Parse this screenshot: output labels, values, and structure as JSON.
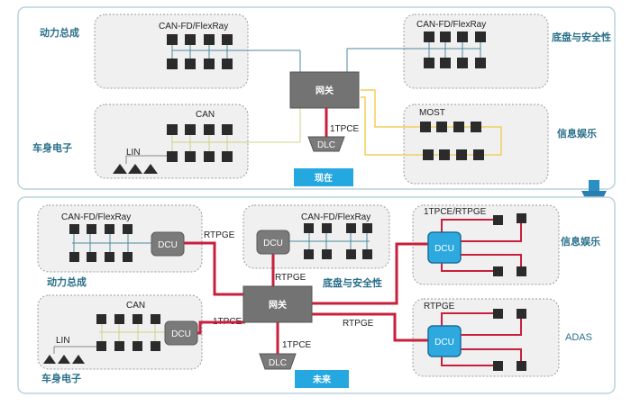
{
  "now": {
    "domains": {
      "powertrain": "动力总成",
      "body": "车身电子",
      "chassis": "底盘与安全性",
      "infotainment": "信息娱乐"
    },
    "buses": {
      "powertrain": "CAN-FD/FlexRay",
      "chassis": "CAN-FD/FlexRay",
      "body": "CAN",
      "lin": "LIN",
      "infotainment": "MOST",
      "dlc_link": "1TPCE"
    },
    "gateway": "网关",
    "dlc": "DLC",
    "tag": "现在"
  },
  "future": {
    "domains": {
      "powertrain": "动力总成",
      "body": "车身电子",
      "chassis": "底盘与安全性",
      "infotainment": "信息娱乐",
      "adas": "ADAS"
    },
    "buses": {
      "powertrain": "CAN-FD/FlexRay",
      "chassis": "CAN-FD/FlexRay",
      "body": "CAN",
      "lin": "LIN",
      "infotainment": "1TPCE/RTPGE",
      "adas": "RTPGE"
    },
    "links": {
      "powertrain_gw": "RTPGE",
      "chassis_gw": "RTPGE",
      "body_gw": "1TPCE",
      "adas_gw": "RTPGE",
      "dlc_link": "1TPCE"
    },
    "gateway": "网关",
    "dcu": "DCU",
    "dlc": "DLC",
    "tag": "未来"
  },
  "colors": {
    "ethernet": "#c8203c",
    "most": "#f0cf5a",
    "tag": "#25a7e0",
    "domain_text": "#2a6f8a"
  }
}
